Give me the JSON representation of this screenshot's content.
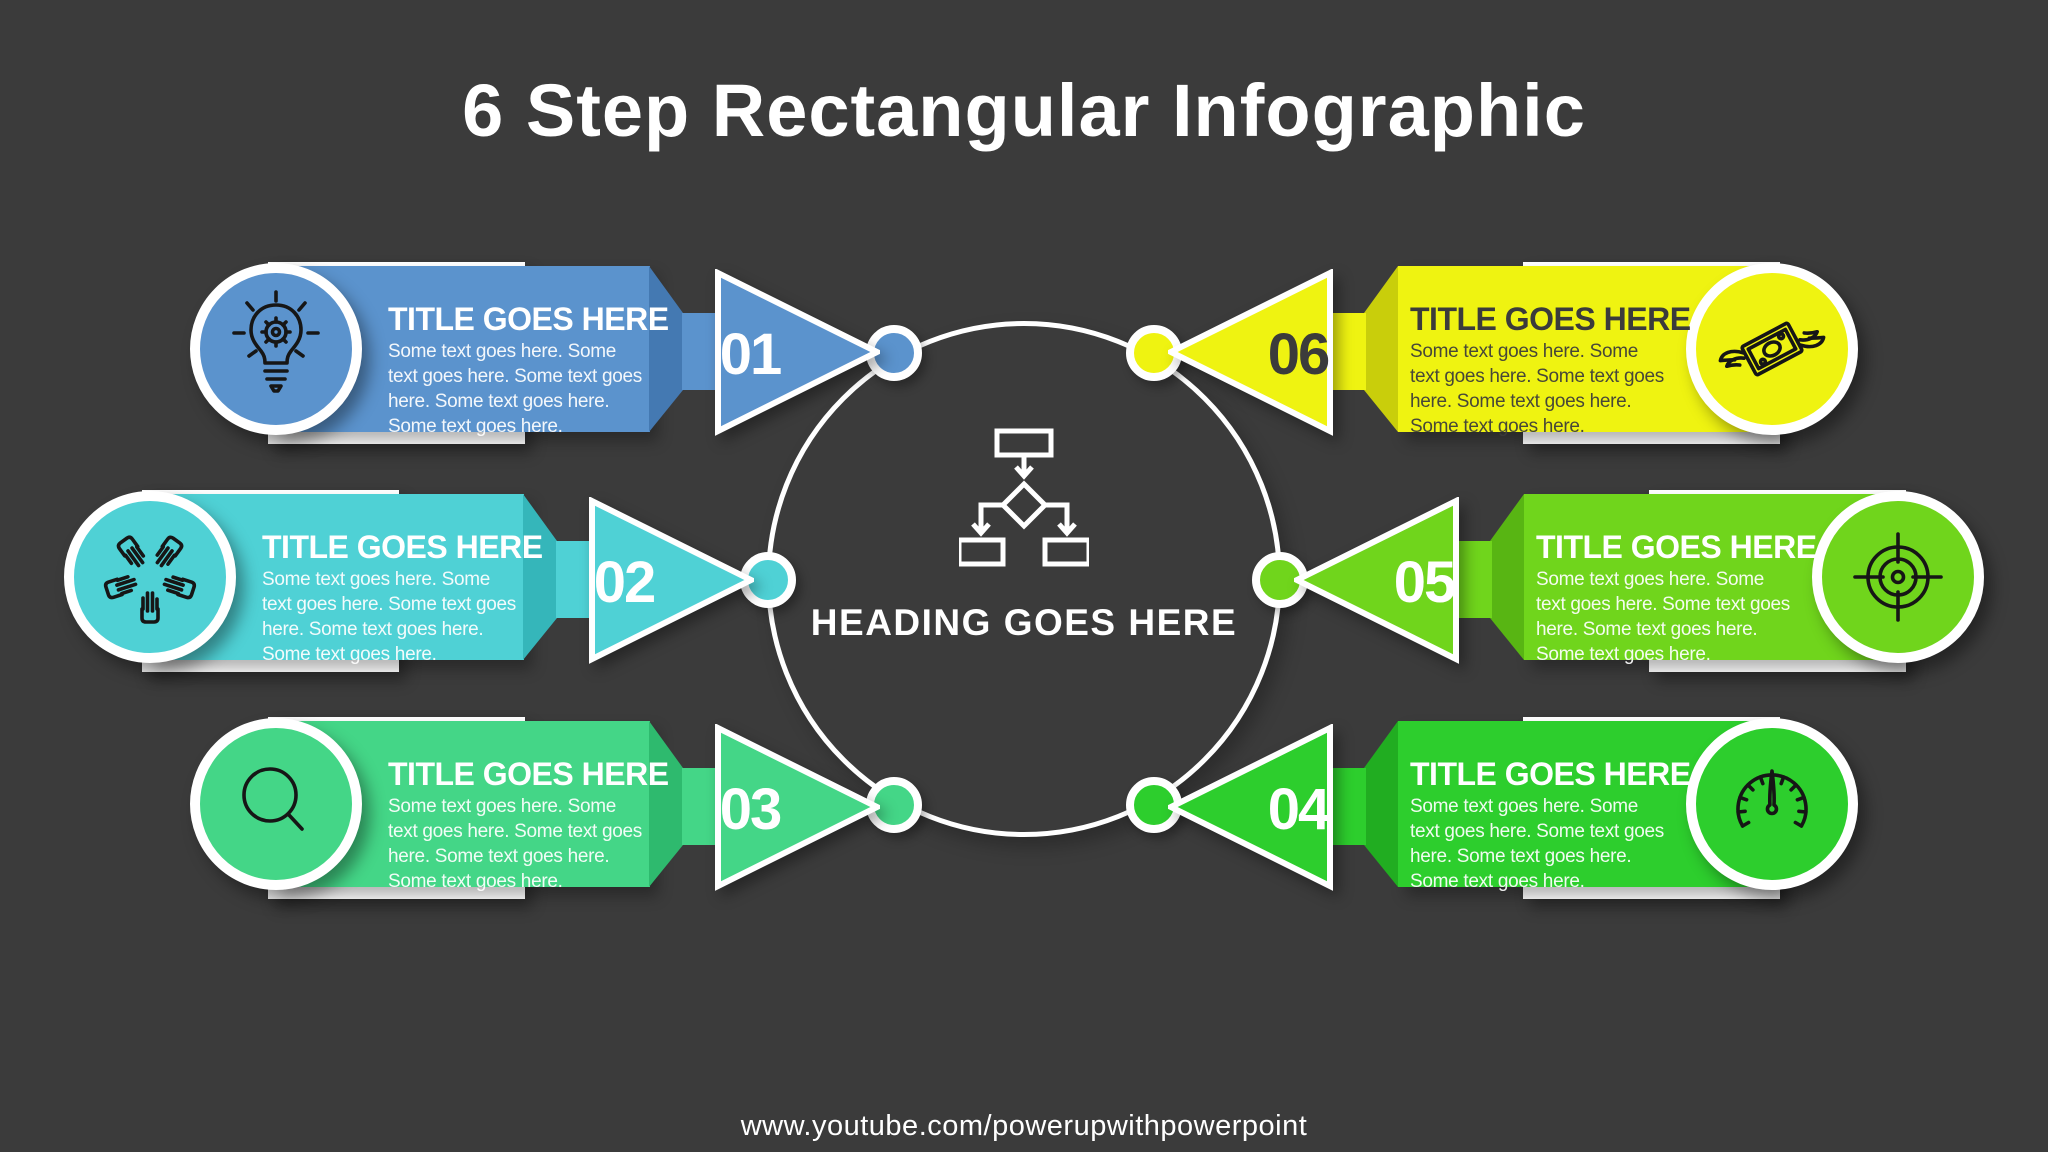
{
  "page": {
    "title": "6 Step Rectangular Infographic",
    "footer": "www.youtube.com/powerupwithpowerpoint",
    "background_color": "#3b3b3b"
  },
  "center": {
    "heading": "HEADING GOES HERE",
    "icon": "flowchart-icon",
    "circle_color": "#ffffff"
  },
  "steps": [
    {
      "number": "01",
      "title": "TITLE GOES HERE",
      "body": "Some text goes here. Some text goes here. Some text goes here. Some text goes here. Some text goes here.",
      "color": "#5b93cd",
      "fold_color": "#4479b2",
      "text_color": "#ffffff",
      "icon": "idea-lightbulb-icon"
    },
    {
      "number": "02",
      "title": "TITLE GOES HERE",
      "body": "Some text goes here. Some text goes here. Some text goes here. Some text goes here. Some text goes here.",
      "color": "#4fd1d5",
      "fold_color": "#35b6ba",
      "text_color": "#ffffff",
      "icon": "teamwork-hands-icon"
    },
    {
      "number": "03",
      "title": "TITLE GOES HERE",
      "body": "Some text goes here. Some text goes here. Some text goes here. Some text goes here. Some text goes here.",
      "color": "#44d687",
      "fold_color": "#2eba6e",
      "text_color": "#ffffff",
      "icon": "search-magnifier-icon"
    },
    {
      "number": "04",
      "title": "TITLE GOES HERE",
      "body": "Some text goes here. Some text goes here. Some text goes here. Some text goes here. Some text goes here.",
      "color": "#2dce2d",
      "fold_color": "#21ad21",
      "text_color": "#ffffff",
      "icon": "speedometer-icon"
    },
    {
      "number": "05",
      "title": "TITLE GOES HERE",
      "body": "Some text goes here. Some text goes here. Some text goes here. Some text goes here. Some text goes here.",
      "color": "#70d51c",
      "fold_color": "#58b513",
      "text_color": "#ffffff",
      "icon": "target-icon"
    },
    {
      "number": "06",
      "title": "TITLE GOES HERE",
      "body": "Some text goes here. Some text goes here. Some text goes here. Some text goes here. Some text goes here.",
      "color": "#eff311",
      "fold_color": "#c9ce0b",
      "text_color": "#3b3b3b",
      "icon": "money-wings-icon"
    }
  ]
}
